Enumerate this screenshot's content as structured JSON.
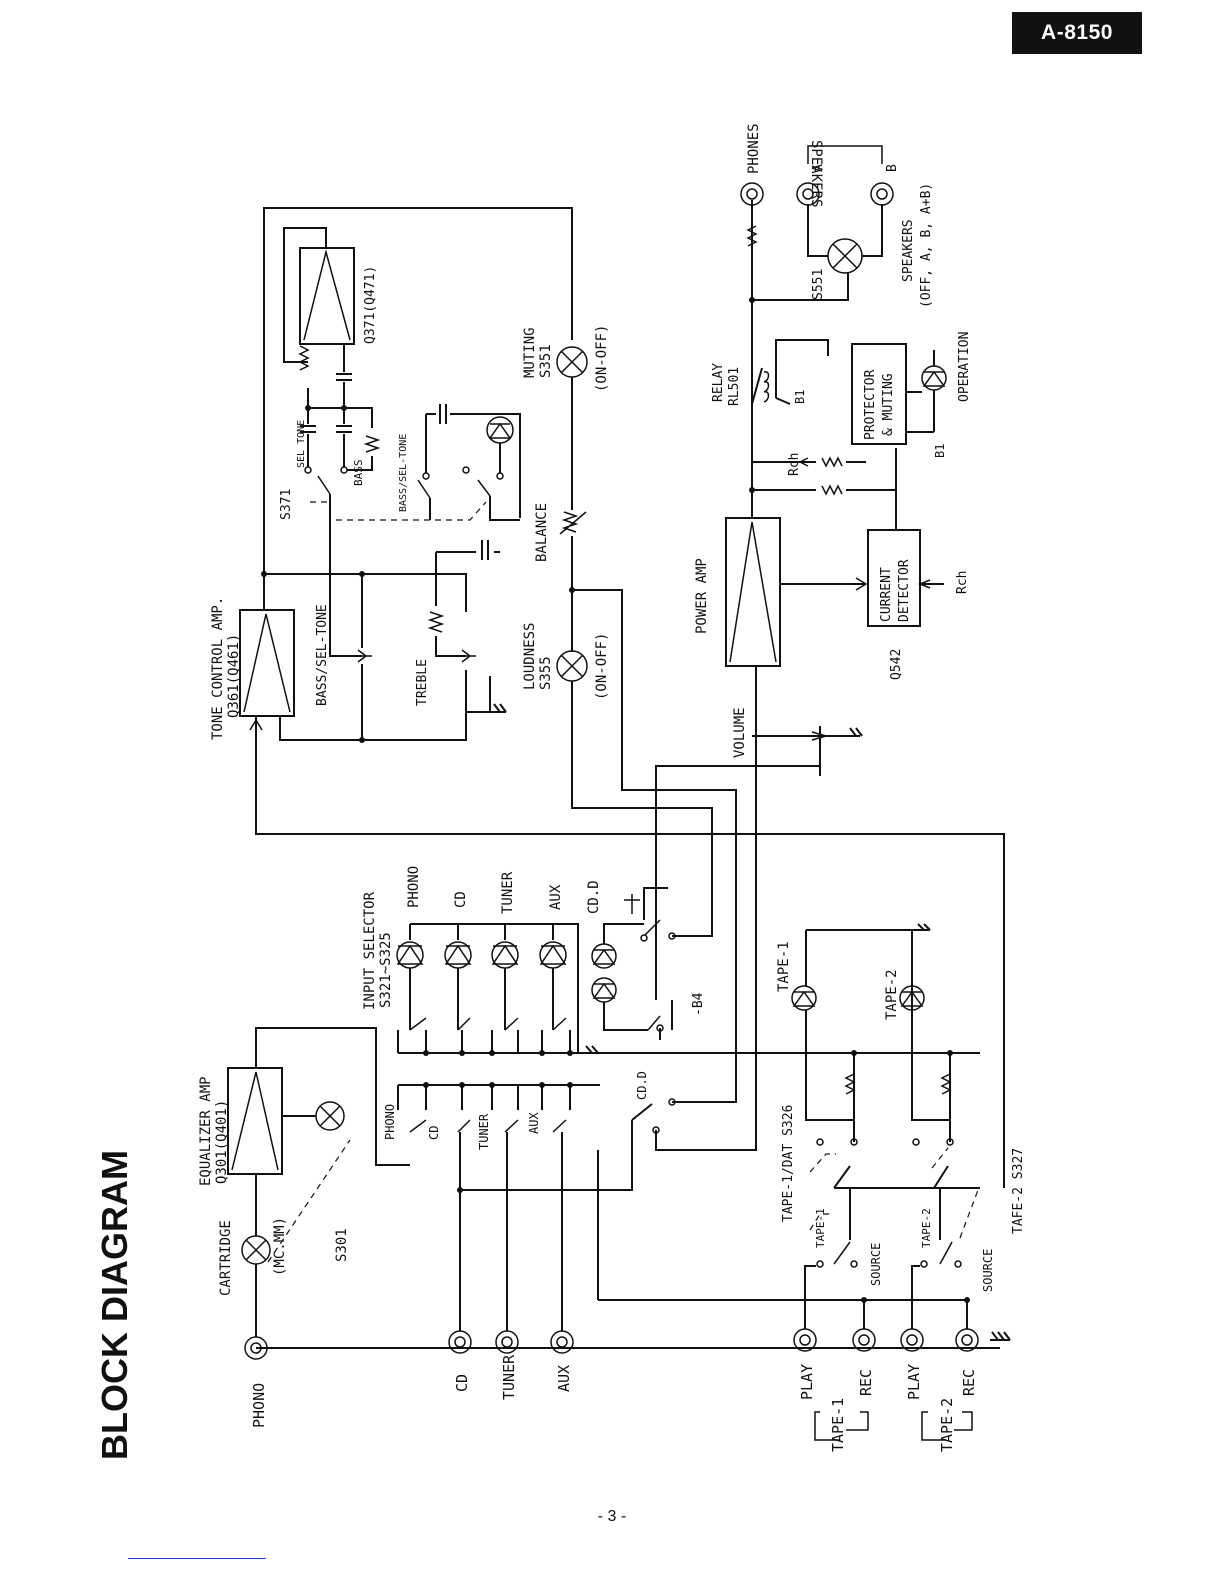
{
  "model": "A-8150",
  "title": "BLOCK DIAGRAM",
  "page_number": "- 3 -",
  "jacks": {
    "phono": "PHONO",
    "cd": "CD",
    "tuner": "TUNER",
    "aux": "AUX",
    "tape1": "TAPE-1",
    "tape2": "TAPE-2",
    "play": "PLAY",
    "rec": "REC",
    "phones": "PHONES",
    "speakers": "SPEAKERS",
    "spk_a": "A",
    "spk_b": "B"
  },
  "blocks": {
    "cartridge": "CARTRIDGE",
    "cartridge_mode": "(MC.MM)",
    "s301": "S301",
    "equalizer_amp": "EQUALIZER AMP",
    "equalizer_q": "Q301(Q401)",
    "input_selector": "INPUT SELECTOR",
    "input_selector_s": "S321~S325",
    "tone_control_amp": "TONE CONTROL AMP.",
    "tone_control_q": "Q361(Q461)",
    "bass_sel_tone": "BASS/SEL-TONE",
    "treble": "TREBLE",
    "s371": "S371",
    "sel_tone": "SEL TONE",
    "bass": "BASS",
    "bass_sel_tone_2": "BASS/SEL-TONE",
    "q371": "Q371(Q471)",
    "muting": "MUTING",
    "s351": "S351",
    "on_off": "(ON-OFF)",
    "loudness": "LOUDNESS",
    "s355": "S355",
    "on_off_2": "(ON-OFF)",
    "balance": "BALANCE",
    "volume": "VOLUME",
    "power_amp": "POWER AMP",
    "current_detector_1": "CURRENT",
    "current_detector_2": "DETECTOR",
    "q542": "Q542",
    "rch_1": "Rch",
    "rch_2": "Rch",
    "relay": "RELAY",
    "rl501": "RL501",
    "b1_relay": "B1",
    "protector_1": "PROTECTOR",
    "protector_2": "& MUTING",
    "b1_op": "B1",
    "operation": "OPERATION",
    "s551": "S551",
    "speakers_mode_1": "SPEAKERS",
    "speakers_mode_2": "(OFF, A, B, A+B)",
    "tape1_led": "TAPE-1",
    "tape2_led": "TAPE-2",
    "tape1_dat": "TAPE-1/DAT  S326",
    "tape2_sw": "TAFE-2  S327",
    "tape1_sw_pos": "TAPE-1",
    "tape2_sw_pos": "TAPE-2",
    "source_1": "SOURCE",
    "source_2": "SOURCE",
    "cd_d": "CD.D",
    "cd_d_2": "CD.D",
    "minus_b4": "-B4",
    "sel_phono": "PHONO",
    "sel_cd": "CD",
    "sel_tuner": "TUNER",
    "sel_aux": "AUX",
    "sw_phono": "PHONO",
    "sw_cd": "CD",
    "sw_tuner": "TUNER",
    "sw_aux": "AUX"
  },
  "colors": {
    "ink": "#111111",
    "badge_bg": "#111111",
    "badge_fg": "#ffffff",
    "rule": "#2244cc"
  }
}
